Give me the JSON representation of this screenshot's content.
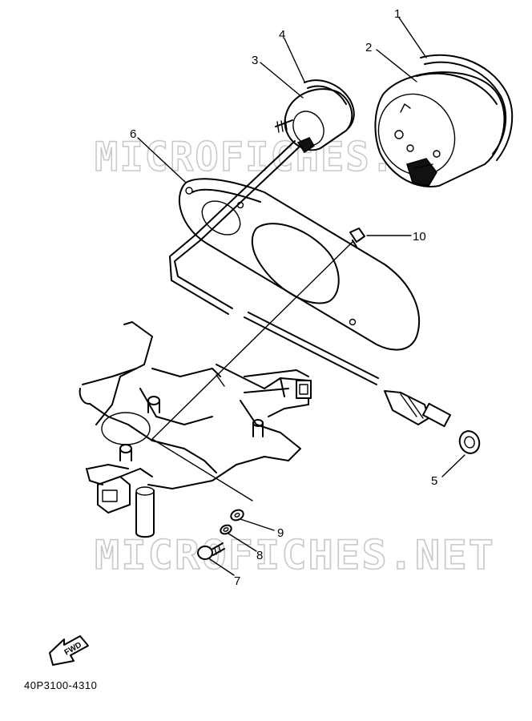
{
  "watermark": "MICROFICHES.NET",
  "catalog_code": "40P3100-4310",
  "fwd_label": "FWD",
  "callouts": [
    {
      "part": "1",
      "label": "1"
    },
    {
      "part": "2",
      "label": "2"
    },
    {
      "part": "3",
      "label": "3"
    },
    {
      "part": "4",
      "label": "4"
    },
    {
      "part": "5",
      "label": "5"
    },
    {
      "part": "6",
      "label": "6"
    },
    {
      "part": "7",
      "label": "7"
    },
    {
      "part": "8",
      "label": "8"
    },
    {
      "part": "9",
      "label": "9"
    },
    {
      "part": "10",
      "label": "10"
    }
  ]
}
